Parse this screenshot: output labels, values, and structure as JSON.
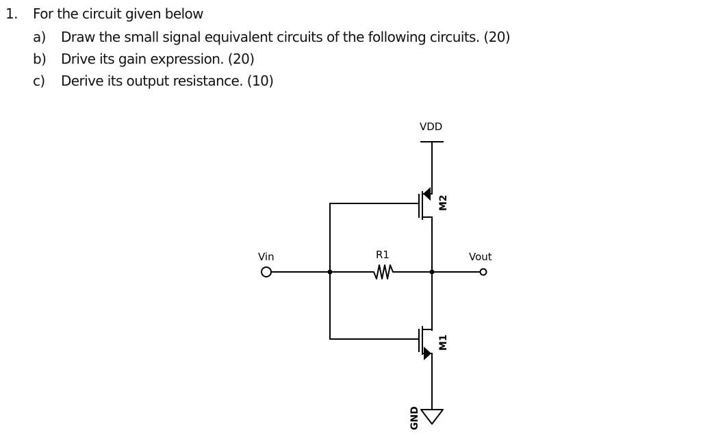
{
  "question": {
    "number": "1.",
    "stem": "For the circuit given below",
    "parts": [
      {
        "label": "a)",
        "text": "Draw the small signal equivalent circuits of the following circuits.  (20)"
      },
      {
        "label": "b)",
        "text": "Drive its gain expression. (20)"
      },
      {
        "label": "c)",
        "text": "Derive its output resistance. (10)"
      }
    ]
  },
  "circuit": {
    "supply_label": "VDD",
    "ground_label": "GND",
    "input_label": "Vin",
    "output_label": "Vout",
    "resistor_label": "R1",
    "pmos_label": "M2",
    "nmos_label": "M1"
  }
}
